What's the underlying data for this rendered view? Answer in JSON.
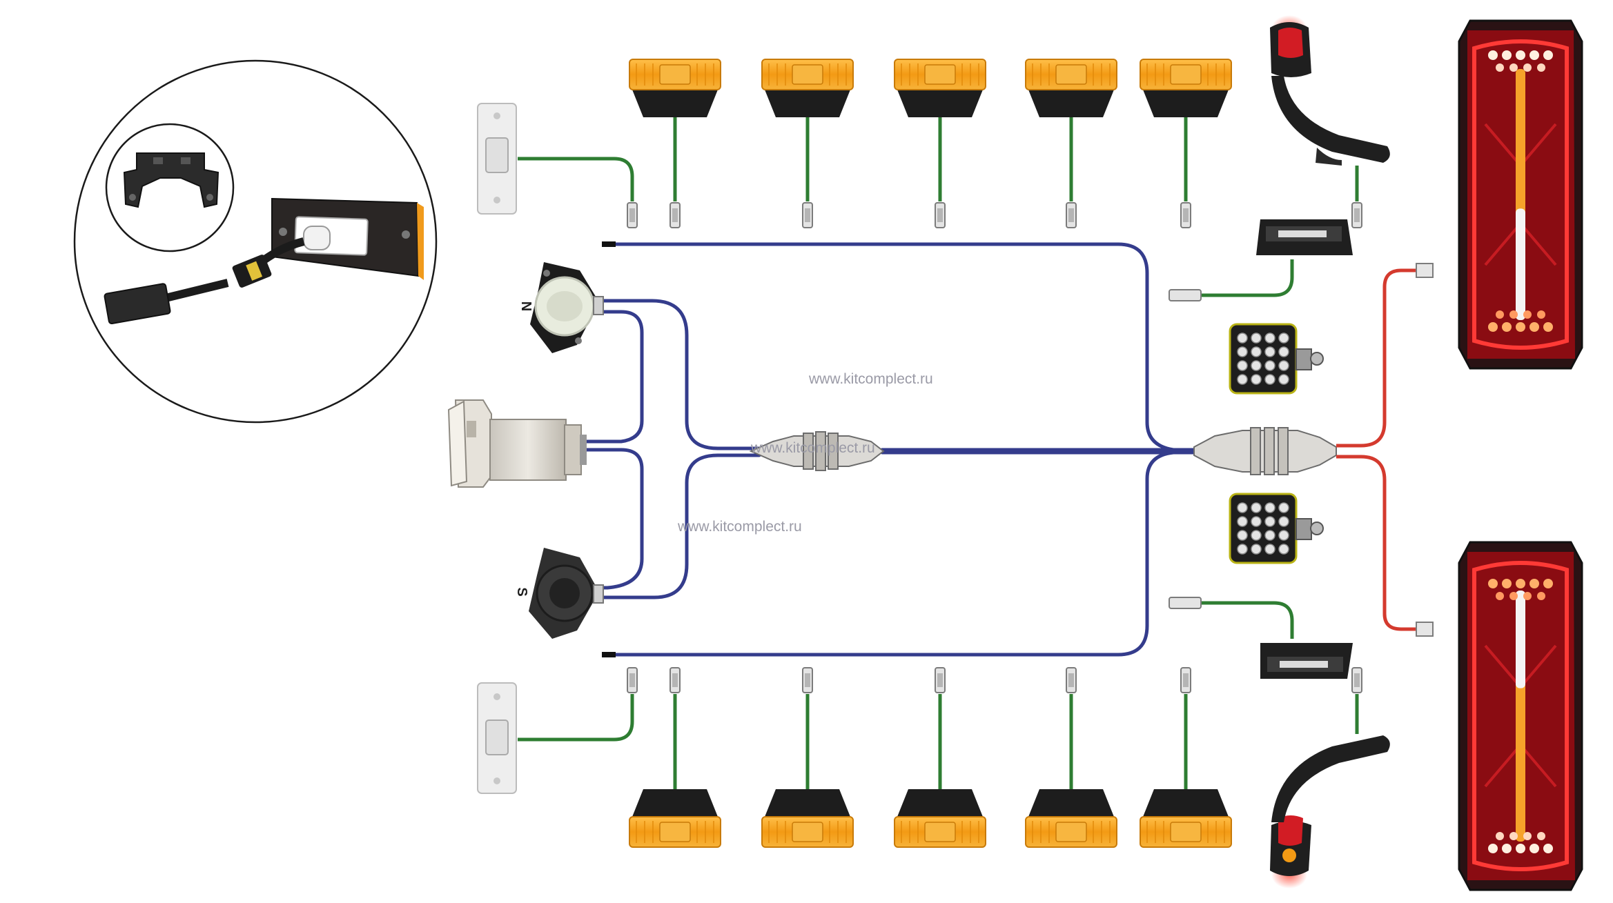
{
  "watermarks": [
    "www.kitcomplect.ru",
    "www.kitcomplect.ru",
    "www.kitcomplect.ru"
  ],
  "socket_labels": {
    "top": "N",
    "bottom": "S"
  },
  "colors": {
    "main_wire": "#343c8c",
    "marker_wire": "#2e7d32",
    "tail_wire": "#d43a2e",
    "amber_lamp": "#f4a01e",
    "tail_lamp": "#c4141c"
  },
  "components": {
    "inset": "marker-lamp-connector-detail",
    "sockets": [
      "7-pin-socket-n",
      "15-pin-socket",
      "7-pin-socket-s"
    ],
    "junction_boxes": 2,
    "side_markers_per_side": 5,
    "reflectors_per_side": 1,
    "outline_lamps": 2,
    "license_lamps": 2,
    "work_lamps": 2,
    "tail_lamps": 2
  }
}
